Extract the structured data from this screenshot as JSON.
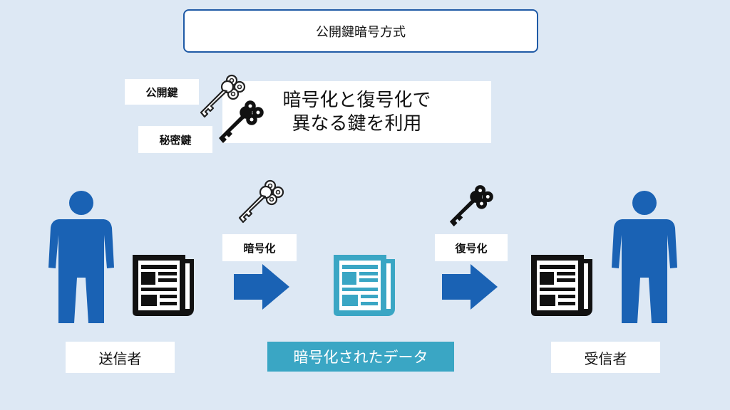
{
  "title": "公開鍵暗号方式",
  "key_labels": {
    "public": "公開鍵",
    "private": "秘密鍵"
  },
  "description": {
    "line1": "暗号化と復号化で",
    "line2": "異なる鍵を利用"
  },
  "steps": {
    "encrypt": "暗号化",
    "decrypt": "復号化"
  },
  "roles": {
    "sender": "送信者",
    "receiver": "受信者"
  },
  "encrypted_data_label": "暗号化されたデータ",
  "colors": {
    "accent_blue": "#1f5aa6",
    "person_blue": "#1a62b4",
    "encrypted_teal": "#3aa6c4",
    "background": "#dde8f4"
  },
  "icons": [
    "public-key-icon",
    "private-key-icon",
    "person-icon",
    "document-icon",
    "arrow-right-icon"
  ]
}
